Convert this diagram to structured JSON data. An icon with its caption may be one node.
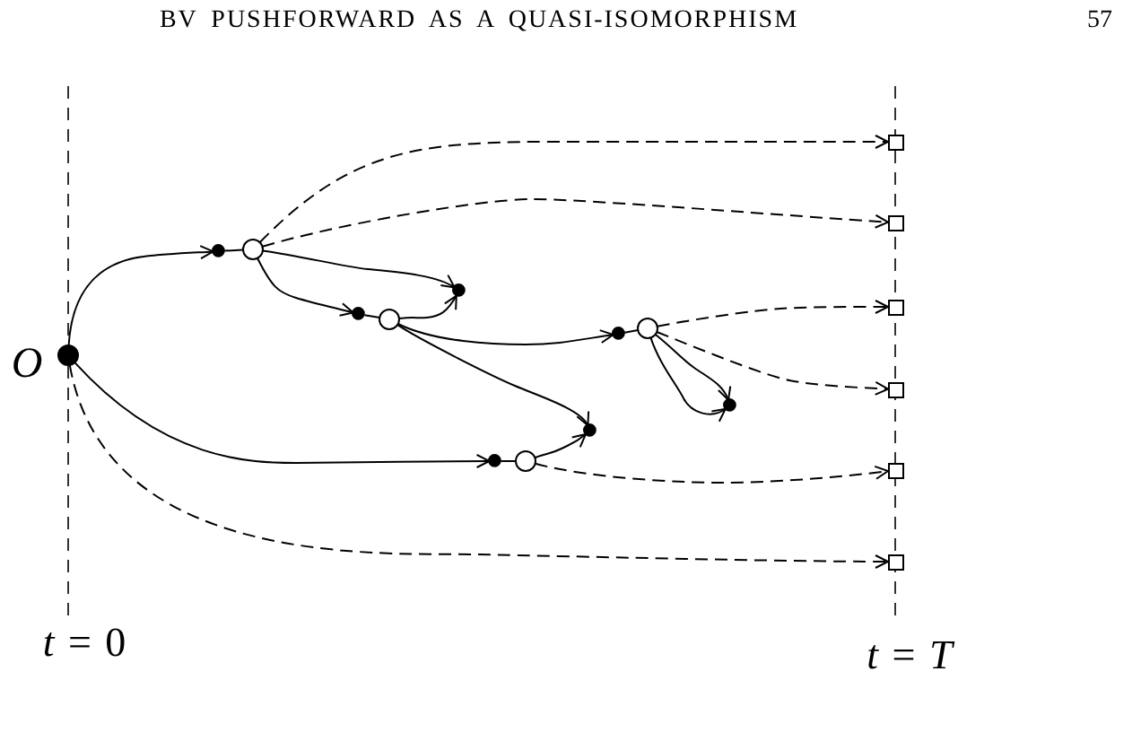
{
  "diagram": {
    "nodes": [
      {
        "text": [],
        "shape": "circle",
        "beside": [
          "O"
        ]
      },
      {
        "text": [],
        "shape": "circle"
      },
      {
        "text": [],
        "shape": "circle"
      },
      {
        "text": [],
        "shape": "circle"
      },
      {
        "text": [],
        "shape": "circle"
      },
      {
        "text": [],
        "shape": "circle"
      },
      {
        "text": [],
        "shape": "circle"
      },
      {
        "text": [],
        "shape": "circle"
      },
      {
        "text": [],
        "shape": "circle"
      },
      {
        "text": [],
        "shape": "circle"
      },
      {
        "text": [],
        "shape": "circle"
      },
      {
        "text": [],
        "shape": "circle"
      },
      {
        "text": [],
        "shape": "box"
      },
      {
        "text": [],
        "shape": "box"
      },
      {
        "text": [],
        "shape": "box"
      },
      {
        "text": [],
        "shape": "box"
      },
      {
        "text": [],
        "shape": "box"
      },
      {
        "text": [],
        "shape": "box"
      }
    ],
    "edges": [
      {
        "from": 0,
        "to": 1,
        "arrow": "to"
      },
      {
        "from": 1,
        "to": 2,
        "arrow": "none"
      },
      {
        "from": 2,
        "to": 5,
        "arrow": "to"
      },
      {
        "from": 2,
        "to": 3,
        "arrow": "to"
      },
      {
        "from": 3,
        "to": 4,
        "arrow": "none"
      },
      {
        "from": 4,
        "to": 5,
        "arrow": "to"
      },
      {
        "from": 4,
        "to": 9,
        "arrow": "to"
      },
      {
        "from": 4,
        "to": 8,
        "arrow": "to"
      },
      {
        "from": 0,
        "to": 6,
        "arrow": "to"
      },
      {
        "from": 6,
        "to": 7,
        "arrow": "none"
      },
      {
        "from": 7,
        "to": 8,
        "arrow": "to"
      },
      {
        "from": 9,
        "to": 10,
        "arrow": "none"
      },
      {
        "from": 10,
        "to": 11,
        "arrow": "to"
      },
      {
        "from": 10,
        "to": 11,
        "arrow": "to"
      },
      {
        "from": 2,
        "to": 12,
        "arrow": "to",
        "style": "dashed"
      },
      {
        "from": 2,
        "to": 13,
        "arrow": "to",
        "style": "dashed"
      },
      {
        "from": 10,
        "to": 14,
        "arrow": "to",
        "style": "dashed"
      },
      {
        "from": 10,
        "to": 15,
        "arrow": "to",
        "style": "dashed"
      },
      {
        "from": 7,
        "to": 16,
        "arrow": "to",
        "style": "dashed"
      },
      {
        "from": 0,
        "to": 17,
        "arrow": "to",
        "style": "dashed"
      }
    ],
    "labels": [
      "BV PUSHFORWARD AS A QUASI-ISOMORPHISM",
      "57",
      "*t* = 0",
      "*t* = *T*"
    ]
  }
}
